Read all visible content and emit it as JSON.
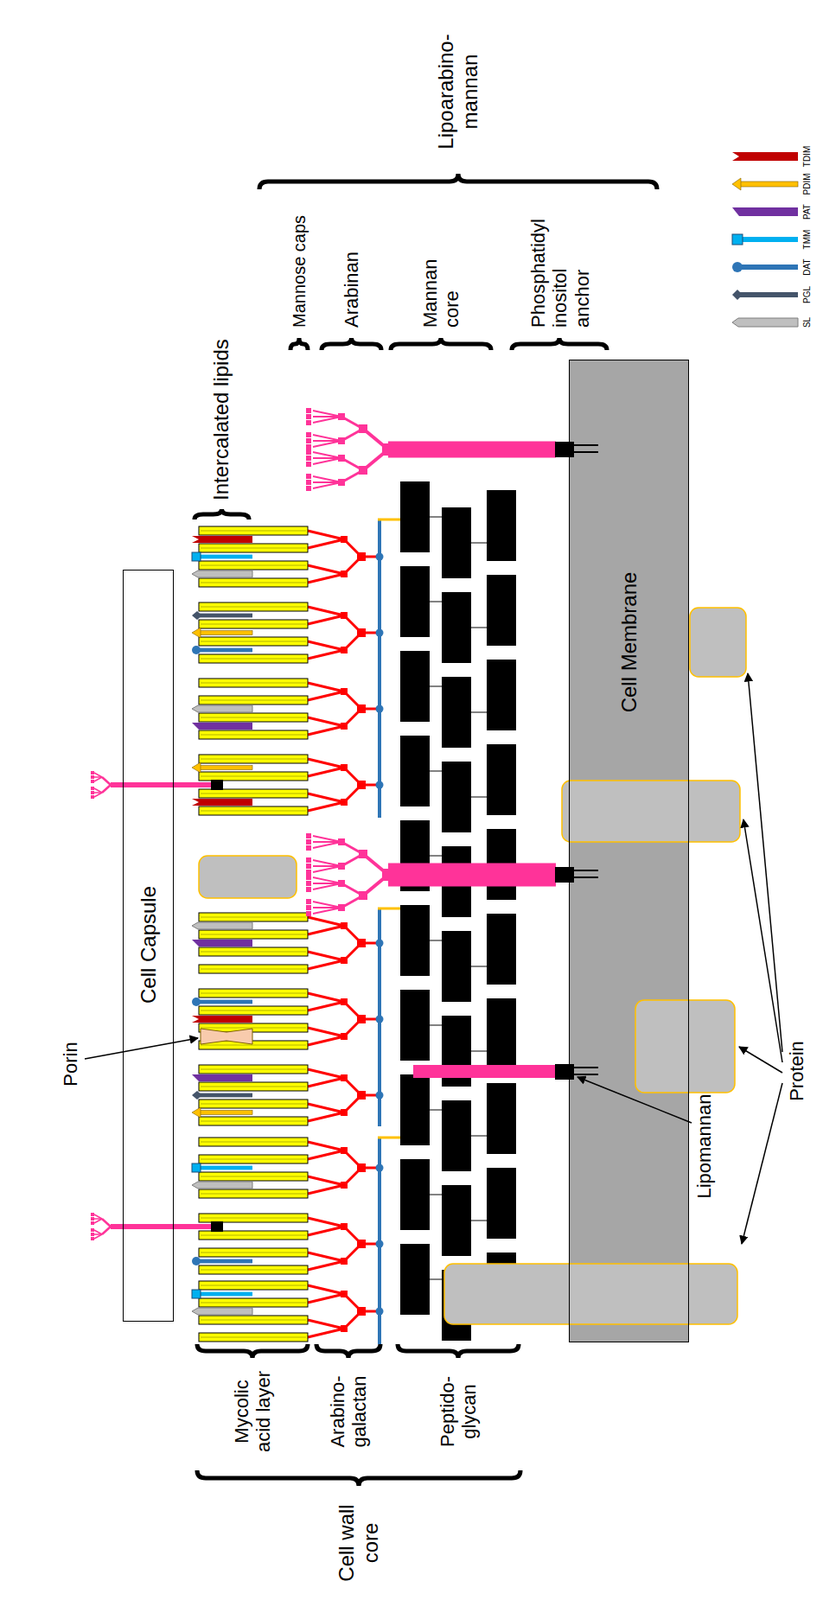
{
  "diagram": {
    "nodes": [
      {
        "text": [
          "Cell Capsule"
        ]
      },
      {
        "text": [
          "Cell Membrane"
        ]
      }
    ],
    "labels": [
      "Porin",
      "Intercalated lipids",
      "Lipoarabino- mannan",
      "Mannose caps",
      "Arabinan",
      "Mannan core",
      "Phosphatidyl inositol anchor",
      "Mycolic acid layer",
      "Arabino- galactan",
      "Peptido- glycan",
      "Cell wall core",
      "Lipomannan",
      "Protein"
    ],
    "legend": [
      {
        "text": "SL",
        "color": "#bfbfbf"
      },
      {
        "text": "PGL",
        "color": "#44546a"
      },
      {
        "text": "DAT",
        "color": "#2e75b6"
      },
      {
        "text": "TMM",
        "color": "#00b0f0"
      },
      {
        "text": "PAT",
        "color": "#7030a0"
      },
      {
        "text": "PDIM",
        "color": "#ffc000"
      },
      {
        "text": "TDIM",
        "color": "#c00000"
      }
    ]
  }
}
